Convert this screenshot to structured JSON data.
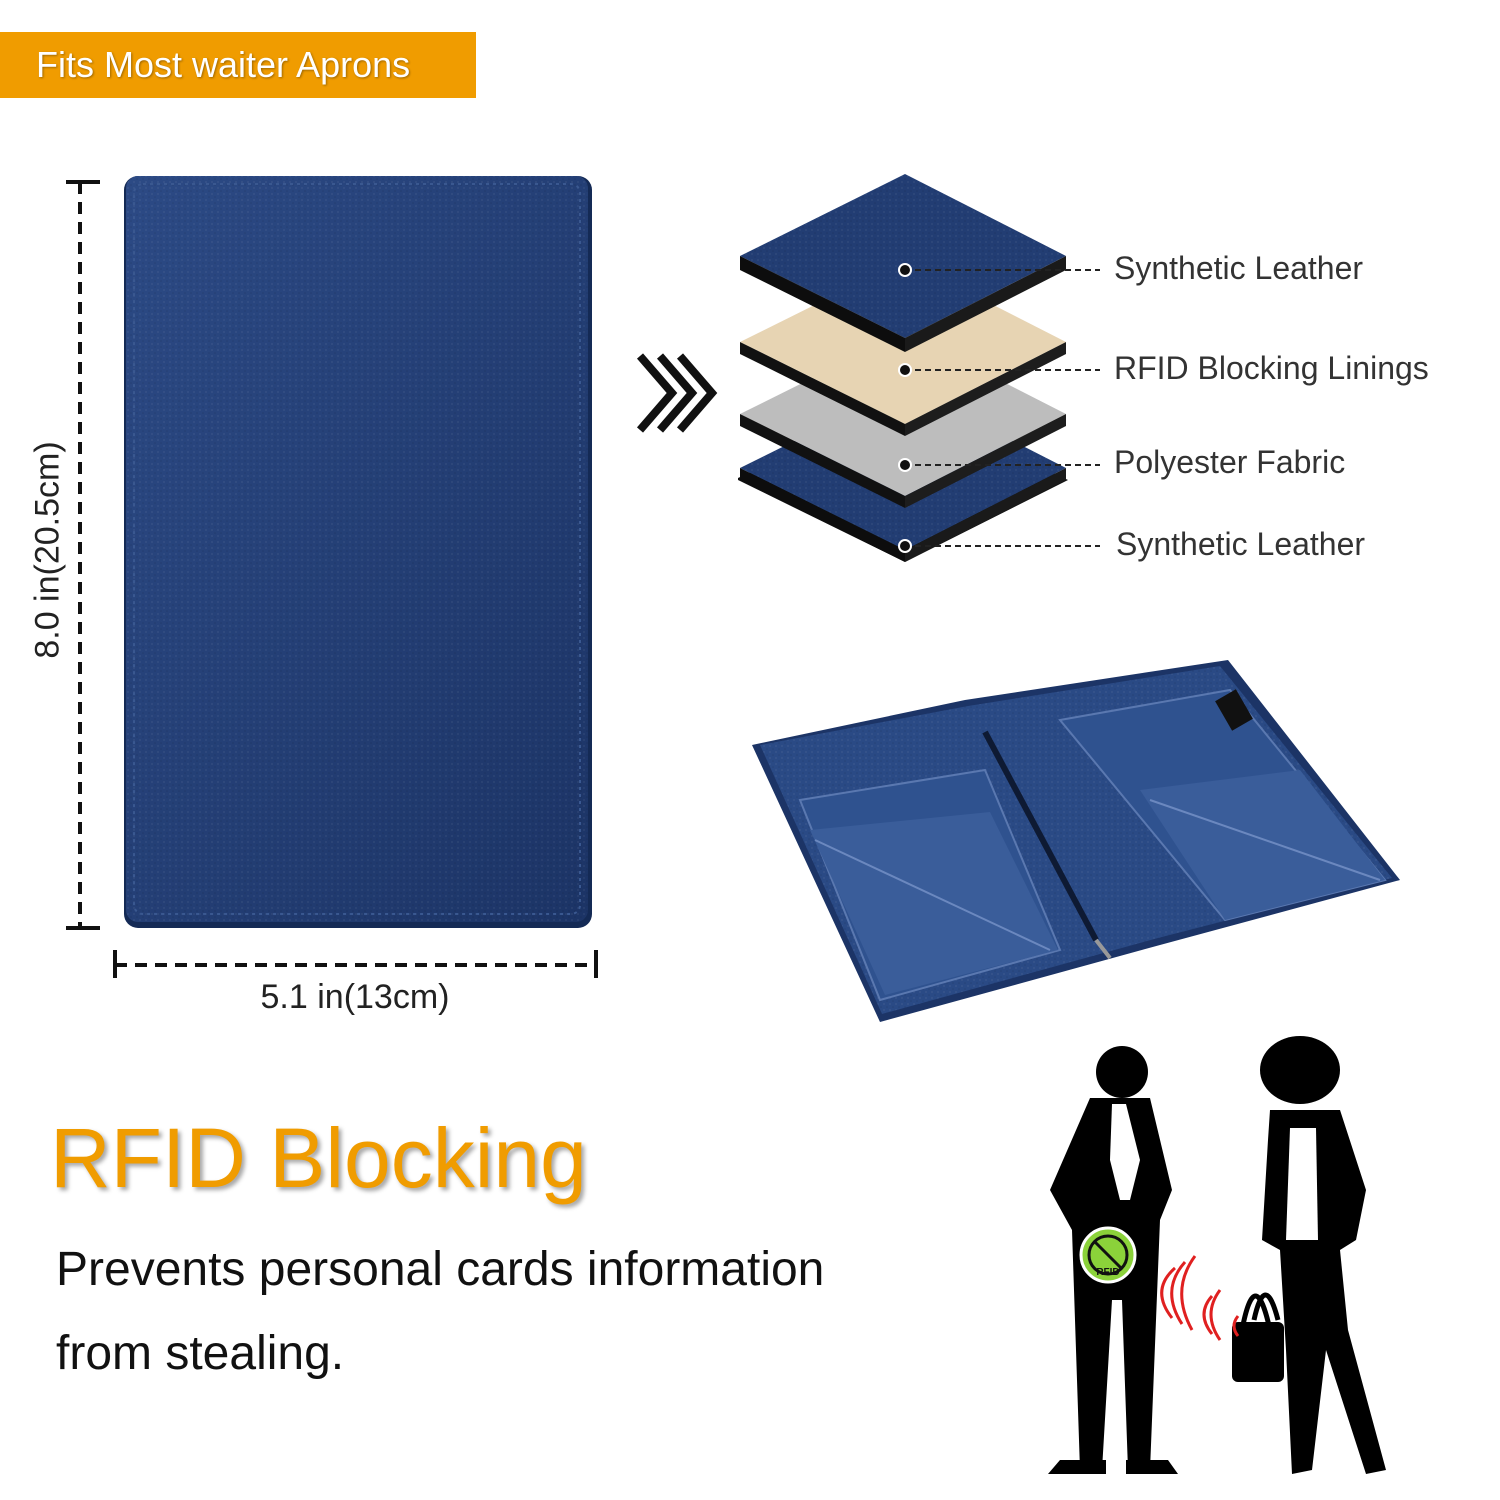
{
  "banner": {
    "text": "Fits Most waiter Aprons"
  },
  "product": {
    "height_label": "8.0 in(20.5cm)",
    "width_label": "5.1 in(13cm)",
    "color": "#223d73"
  },
  "layers": [
    {
      "label": "Synthetic Leather",
      "color": "#203b72"
    },
    {
      "label": "RFID Blocking Linings",
      "color": "#e6d3b2"
    },
    {
      "label": "Polyester Fabric",
      "color": "#b9b9b9"
    },
    {
      "label": "Synthetic Leather",
      "color": "#203b72"
    }
  ],
  "rfid": {
    "headline": "RFID Blocking",
    "line1": "Prevents personal cards information",
    "line2": "from stealing.",
    "badge_text": "RFID",
    "accent_color": "#f09c00",
    "signal_color": "#e02020"
  }
}
